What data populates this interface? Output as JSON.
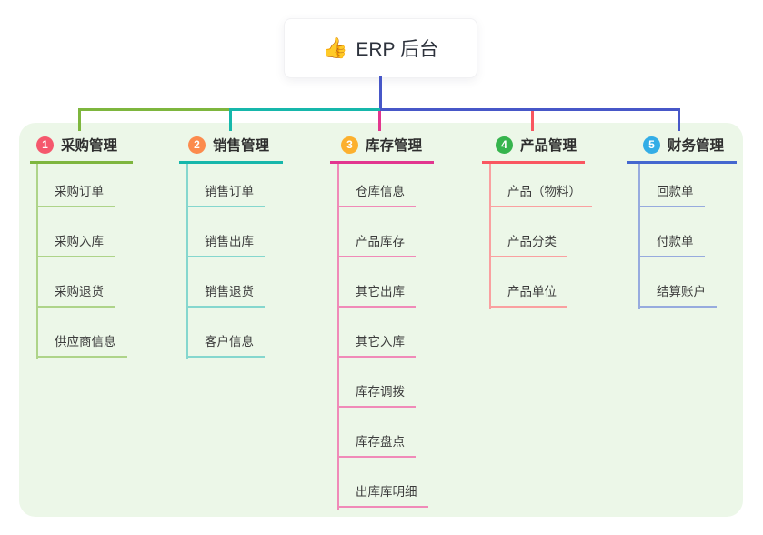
{
  "root": {
    "icon": "👍",
    "label": "ERP 后台"
  },
  "canvas": {
    "panel_color": "#ecf7e8",
    "trunk_color": "#4757c8"
  },
  "branches": [
    {
      "number": "1",
      "label": "采购管理",
      "badge_color": "#f5586d",
      "line_color": "#7eb63e",
      "sub_line_color": "#aed489",
      "items": [
        "采购订单",
        "采购入库",
        "采购退货",
        "供应商信息"
      ]
    },
    {
      "number": "2",
      "label": "销售管理",
      "badge_color": "#fc8b4d",
      "line_color": "#16b7ab",
      "sub_line_color": "#85d7ce",
      "items": [
        "销售订单",
        "销售出库",
        "销售退货",
        "客户信息"
      ]
    },
    {
      "number": "3",
      "label": "库存管理",
      "badge_color": "#fcb02e",
      "line_color": "#e2368f",
      "sub_line_color": "#f08ab8",
      "items": [
        "仓库信息",
        "产品库存",
        "其它出库",
        "其它入库",
        "库存调拨",
        "库存盘点",
        "出库库明细"
      ]
    },
    {
      "number": "4",
      "label": "产品管理",
      "badge_color": "#36b44d",
      "line_color": "#f95660",
      "sub_line_color": "#faa0a0",
      "items": [
        "产品（物料）",
        "产品分类",
        "产品单位"
      ]
    },
    {
      "number": "5",
      "label": "财务管理",
      "badge_color": "#33ade6",
      "line_color": "#4467cf",
      "sub_line_color": "#97abde",
      "items": [
        "回款单",
        "付款单",
        "结算账户"
      ]
    }
  ]
}
